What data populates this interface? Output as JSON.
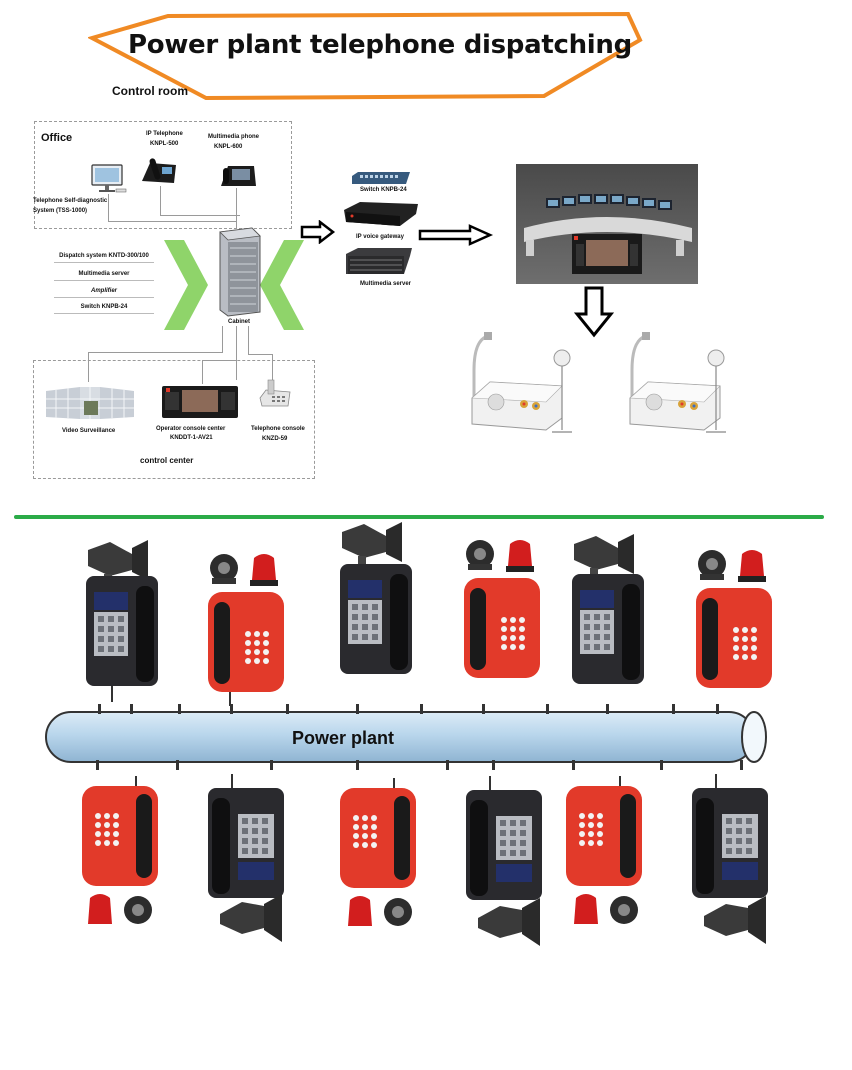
{
  "title": "Power plant telephone dispatching",
  "control_room": "Control room",
  "office": {
    "heading": "Office",
    "ip_telephone": "IP Telephone",
    "ip_telephone_model": "KNPL-500",
    "multimedia_phone": "Multimedia phone",
    "multimedia_phone_model": "KNPL-600",
    "self_diagnostic_line1": "Telephone Self-diagnostic",
    "self_diagnostic_line2": "System (TSS-1000)"
  },
  "system_list": [
    "Dispatch system KNTD-300/100",
    "Multimedia server",
    "Amplifier",
    "Switch KNPB-24"
  ],
  "cabinet": "Cabinet",
  "control_center": {
    "heading": "control center",
    "video_surveillance": "Video Surveillance",
    "operator_console_line1": "Operator console center",
    "operator_console_line2": "KNDDT-1-AV21",
    "telephone_console_line1": "Telephone console",
    "telephone_console_line2": "KNZD-59"
  },
  "network": {
    "switch": "Switch KNPB-24",
    "gateway": "IP voice gateway",
    "server": "Multimedia server"
  },
  "pipe_label": "Power plant",
  "colors": {
    "banner_outline": "#f08a24",
    "divider": "#2bab48",
    "chevron": "#8fd46a",
    "pipe": "#bcd9ee",
    "red_phone": "#e23a2a",
    "black_phone": "#2a2a2e"
  }
}
